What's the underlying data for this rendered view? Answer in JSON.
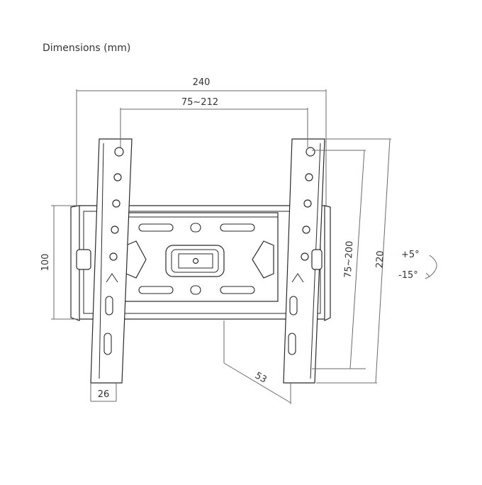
{
  "title": "Dimensions (mm)",
  "dimensions": {
    "overall_width": "240",
    "hole_spacing_horizontal": "75~212",
    "wall_plate_height": "100",
    "hole_spacing_vertical": "75~200",
    "overall_height": "220",
    "arm_width": "26",
    "depth": "53"
  },
  "tilt": {
    "up": "+5°",
    "down": "-15°"
  }
}
